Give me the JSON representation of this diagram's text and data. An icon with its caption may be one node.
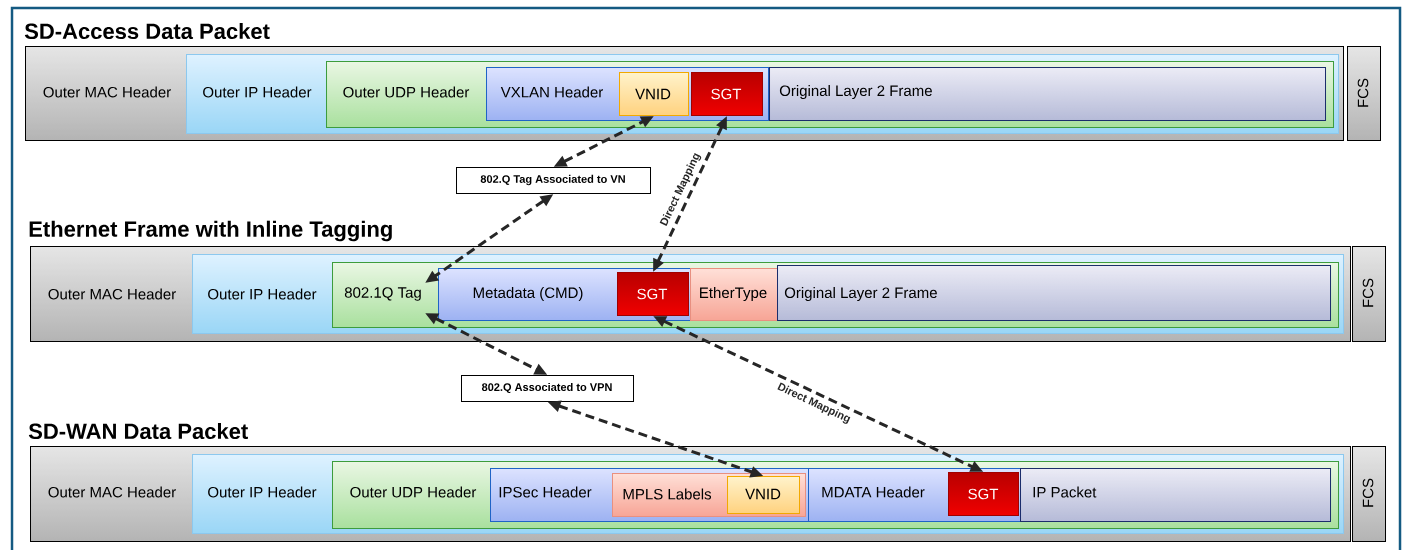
{
  "diagram": {
    "nodes": [
      {
        "text": [
          "SD-Access Data Packet",
          "Outer MAC Header"
        ]
      },
      {
        "text": [
          "Outer IP Header"
        ],
        "in": 0
      },
      {
        "text": [
          "Outer UDP Header"
        ],
        "in": 1
      },
      {
        "text": [
          "VXLAN Header"
        ],
        "in": 2
      },
      {
        "text": [
          "VNID"
        ],
        "in": 3
      },
      {
        "text": [
          "SGT"
        ],
        "in": 3
      },
      {
        "text": [
          "Original Layer 2 Frame"
        ],
        "in": 2
      },
      {
        "text": [
          "FCS"
        ]
      },
      {
        "text": [
          "802.Q Tag Associated to VN"
        ]
      },
      {
        "text": [
          "Ethernet Frame with Inline Tagging",
          "Outer MAC Header"
        ]
      },
      {
        "text": [
          "Outer IP Header"
        ],
        "in": 9
      },
      {
        "text": [
          "802.1Q Tag"
        ],
        "in": 10
      },
      {
        "text": [
          "Metadata (CMD)"
        ],
        "in": 11
      },
      {
        "text": [
          "SGT"
        ],
        "in": 12
      },
      {
        "text": [
          "EtherType"
        ],
        "in": 11
      },
      {
        "text": [
          "Original Layer 2 Frame"
        ],
        "in": 11
      },
      {
        "text": [
          "FCS"
        ]
      },
      {
        "text": [
          "802.Q Associated to VPN"
        ]
      },
      {
        "text": [
          "SD-WAN Data Packet",
          "Outer MAC Header"
        ]
      },
      {
        "text": [
          "Outer IP Header"
        ],
        "in": 18
      },
      {
        "text": [
          "Outer UDP Header"
        ],
        "in": 19
      },
      {
        "text": [
          "IPSec Header"
        ],
        "in": 20
      },
      {
        "text": [
          "MPLS Labels"
        ],
        "in": 21
      },
      {
        "text": [
          "VNID"
        ],
        "in": 22
      },
      {
        "text": [
          "MDATA Header"
        ],
        "in": 20
      },
      {
        "text": [
          "SGT"
        ],
        "in": 24
      },
      {
        "text": [
          "IP Packet"
        ],
        "in": 20
      },
      {
        "text": [
          "FCS"
        ]
      }
    ],
    "edges": [
      {
        "from": 8,
        "to": 4,
        "arrow": "both",
        "style": "dashed"
      },
      {
        "from": 8,
        "to": 11,
        "arrow": "both",
        "style": "dashed"
      },
      {
        "from": 5,
        "to": 13,
        "arrow": "both",
        "style": "dashed",
        "label": "Direct Mapping"
      },
      {
        "from": 11,
        "to": 17,
        "arrow": "both",
        "style": "dashed"
      },
      {
        "from": 17,
        "to": 23,
        "arrow": "both",
        "style": "dashed"
      },
      {
        "from": 13,
        "to": 25,
        "arrow": "both",
        "style": "dashed",
        "label": "Direct Mapping"
      }
    ]
  }
}
